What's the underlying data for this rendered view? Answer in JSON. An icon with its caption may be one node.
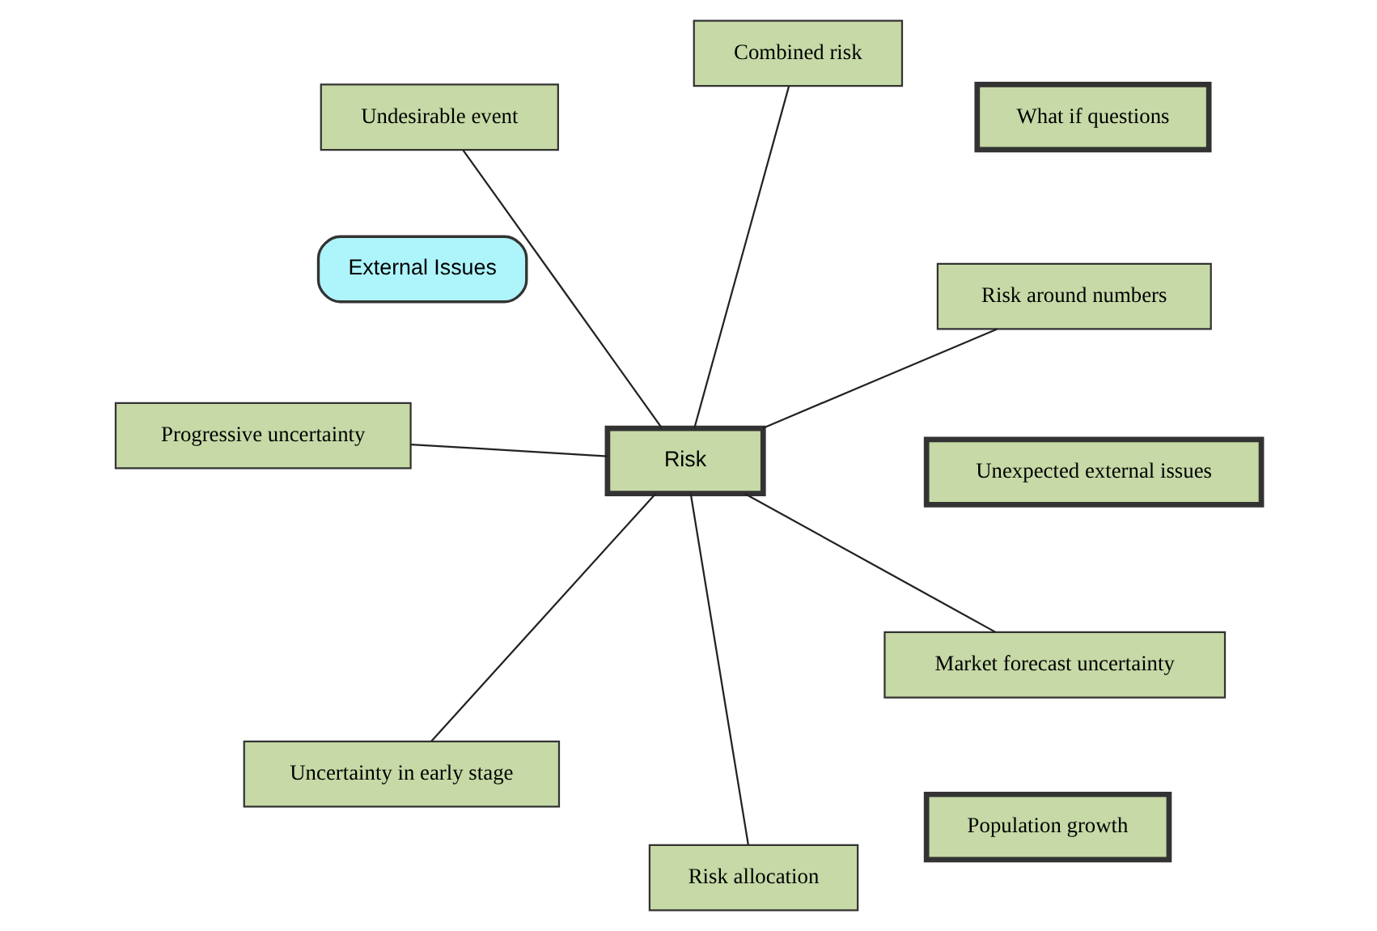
{
  "diagram": {
    "nodes": [
      {
        "text": [
          "External Issues"
        ]
      },
      {
        "text": [
          "Progressive uncertainty"
        ]
      },
      {
        "text": [
          "Risk around numbers"
        ]
      },
      {
        "text": [
          "Risk allocation"
        ]
      },
      {
        "text": [
          "Combined risk"
        ]
      },
      {
        "text": [
          "Risk"
        ]
      },
      {
        "text": [
          "Unexpected external issues"
        ]
      },
      {
        "text": [
          "Undesirable event"
        ]
      },
      {
        "text": [
          "What if questions"
        ]
      },
      {
        "text": [
          "Uncertainty in early stage"
        ]
      },
      {
        "text": [
          "Market forecast uncertainty"
        ]
      },
      {
        "text": [
          "Population growth"
        ]
      }
    ],
    "edges": [
      {
        "from": 5,
        "to": 1,
        "arrow": "none"
      },
      {
        "from": 5,
        "to": 2,
        "arrow": "none"
      },
      {
        "from": 5,
        "to": 3,
        "arrow": "none"
      },
      {
        "from": 5,
        "to": 4,
        "arrow": "none"
      },
      {
        "from": 5,
        "to": 7,
        "arrow": "none"
      },
      {
        "from": 5,
        "to": 9,
        "arrow": "none"
      },
      {
        "from": 5,
        "to": 10,
        "arrow": "none"
      }
    ]
  }
}
